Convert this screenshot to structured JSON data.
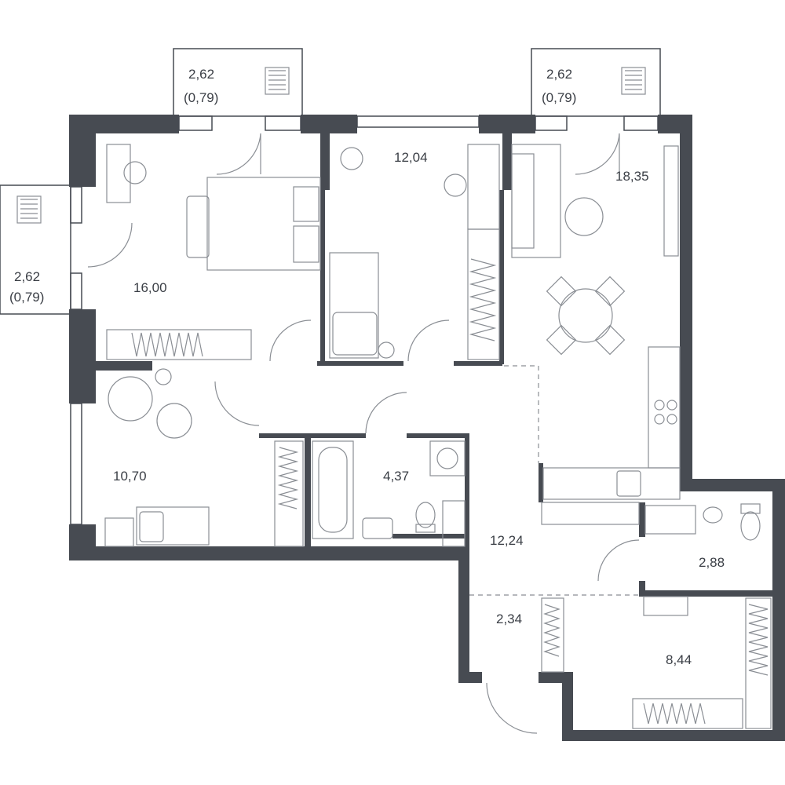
{
  "colors": {
    "wall": "#474b52",
    "furniture": "#8a8e94",
    "text": "#3a3e45",
    "background": "#ffffff"
  },
  "rooms": [
    {
      "id": "bedroom-1",
      "area": "16,00"
    },
    {
      "id": "bedroom-2",
      "area": "12,04"
    },
    {
      "id": "living-kitchen",
      "area": "18,35"
    },
    {
      "id": "bedroom-3",
      "area": "10,70"
    },
    {
      "id": "bathroom",
      "area": "4,37"
    },
    {
      "id": "hall",
      "area": "12,24"
    },
    {
      "id": "wc",
      "area": "2,88"
    },
    {
      "id": "entry",
      "area": "2,34"
    },
    {
      "id": "storage-room",
      "area": "8,44"
    }
  ],
  "balconies": [
    {
      "id": "balcony-left",
      "area": "2,62",
      "reduced": "(0,79)"
    },
    {
      "id": "balcony-top-left",
      "area": "2,62",
      "reduced": "(0,79)"
    },
    {
      "id": "balcony-top-right",
      "area": "2,62",
      "reduced": "(0,79)"
    }
  ],
  "icons": [
    "bed-icon",
    "desk-icon",
    "chair-icon",
    "sofa-icon",
    "dining-table-icon",
    "stove-icon",
    "sink-icon",
    "bathtub-icon",
    "toilet-icon",
    "washing-machine-icon",
    "wardrobe-icon",
    "radiator-icon",
    "plant-icon"
  ]
}
